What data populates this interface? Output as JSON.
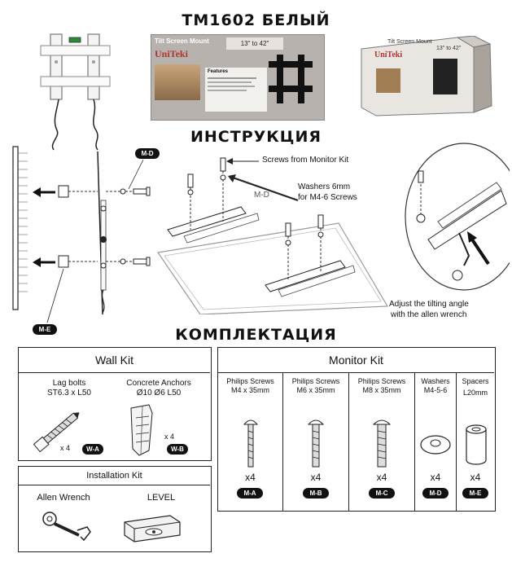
{
  "title": "TM1602 БЕЛЫЙ",
  "section_instruction": "ИНСТРУКЦИЯ",
  "section_kit": "КОМПЛЕКТАЦИЯ",
  "box_front": {
    "brand": "UniTeki",
    "product": "Tilt Screen Mount",
    "size": "13\" to 42\"",
    "features_heading": "Features"
  },
  "box_side": {
    "brand": "UniTeki",
    "product": "Tilt Screen Mount",
    "size": "13\" to 42\""
  },
  "diagram_left": {
    "badge_top": "M-D",
    "badge_bottom": "M-E"
  },
  "diagram_mid": {
    "screws_label": "Screws from Monitor Kit",
    "washers_label_1": "Washers  6mm",
    "washers_label_2": "for M4-6 Screws",
    "md_label": "M-D"
  },
  "diagram_right": {
    "note_1": "Adjust the tilting angle",
    "note_2": "with the allen wrench"
  },
  "wall_kit": {
    "title": "Wall Kit",
    "items": [
      {
        "name": "Lag bolts",
        "spec": "ST6.3 x L50",
        "qty": "x 4",
        "badge": "W-A"
      },
      {
        "name": "Concrete Anchors",
        "spec": "Ø10 Ø6 L50",
        "qty": "x 4",
        "badge": "W-B"
      }
    ]
  },
  "installation_kit": {
    "title": "Installation Kit",
    "items": [
      {
        "name": "Allen Wrench"
      },
      {
        "name": "LEVEL"
      }
    ]
  },
  "monitor_kit": {
    "title": "Monitor Kit",
    "items": [
      {
        "name": "Philips Screws",
        "spec": "M4 x 35mm",
        "qty": "x4",
        "badge": "M-A"
      },
      {
        "name": "Philips Screws",
        "spec": "M6 x 35mm",
        "qty": "x4",
        "badge": "M-B"
      },
      {
        "name": "Philips Screws",
        "spec": "M8 x 35mm",
        "qty": "x4",
        "badge": "M-C"
      },
      {
        "name": "Washers",
        "spec": "M4-5-6",
        "qty": "x4",
        "badge": "M-D"
      },
      {
        "name": "Spacers",
        "spec": "L20mm",
        "qty": "x4",
        "badge": "M-E"
      }
    ]
  }
}
